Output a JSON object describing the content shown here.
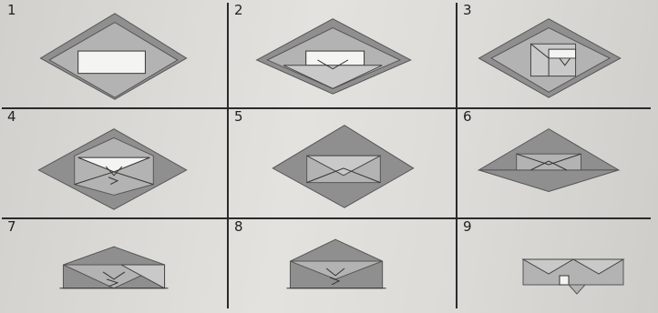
{
  "steps": [
    {
      "number": "1",
      "icon": "origami-step-1-icon"
    },
    {
      "number": "2",
      "icon": "origami-step-2-icon"
    },
    {
      "number": "3",
      "icon": "origami-step-3-icon"
    },
    {
      "number": "4",
      "icon": "origami-step-4-icon"
    },
    {
      "number": "5",
      "icon": "origami-step-5-icon"
    },
    {
      "number": "6",
      "icon": "origami-step-6-icon"
    },
    {
      "number": "7",
      "icon": "origami-step-7-icon"
    },
    {
      "number": "8",
      "icon": "origami-step-8-icon"
    },
    {
      "number": "9",
      "icon": "origami-step-9-icon"
    }
  ],
  "colors": {
    "paper": "#dcdad6",
    "grid_line": "#2a2a2a",
    "dark_fold": "#8f8f8f",
    "mid_fold": "#b3b3b3",
    "light_fold": "#c9c9c9",
    "white_side": "#f4f4f2"
  }
}
